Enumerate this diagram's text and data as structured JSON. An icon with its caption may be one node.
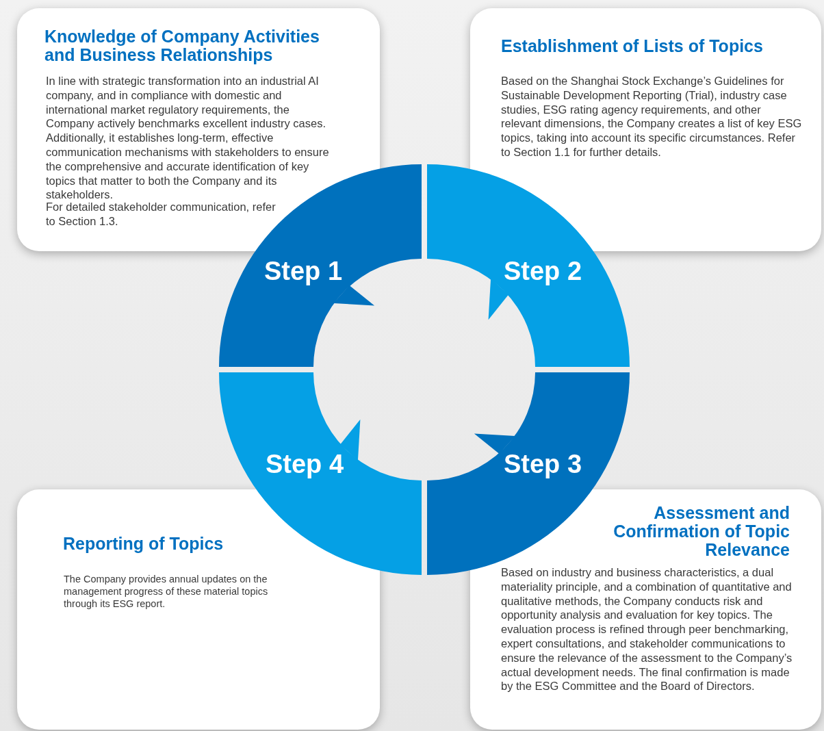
{
  "diagram": {
    "nodes": [
      {
        "text": [
          "Knowledge of Company Activities and Business Relationships",
          "In line with strategic transformation into an industrial AI company, and in compliance with domestic and international market regulatory requirements, the Company actively benchmarks excellent industry cases. Additionally, it establishes long-term, effective communication mechanisms with stakeholders to ensure the comprehensive and accurate identification of key topics that matter to both the Company and its stakeholders.",
          "For detailed stakeholder communication, refer to Section 1.3."
        ]
      },
      {
        "text": [
          "Establishment of Lists of Topics",
          "Based on the Shanghai Stock Exchange’s Guidelines for Sustainable Development Reporting (Trial), industry case studies, ESG rating agency requirements, and other relevant dimensions, the Company creates a list of key ESG topics, taking into account its specific circumstances. Refer to Section 1.1 for further details."
        ]
      },
      {
        "text": [
          "Step 1"
        ]
      },
      {
        "text": [
          "Step 2"
        ]
      },
      {
        "text": [
          "Step 3"
        ]
      },
      {
        "text": [
          "Step 4"
        ]
      },
      {
        "text": [
          "Reporting of Topics",
          "The Company provides annual updates on the management progress of these material topics through its ESG report."
        ]
      },
      {
        "text": [
          "Assessment and Confirmation of Topic Relevance",
          "Based on industry and business characteristics, a dual materiality principle, and a combination of quantitative and qualitative methods, the Company conducts risk and opportunity analysis and evaluation for key topics. The evaluation process is refined through peer benchmarking, expert consultations, and stakeholder communications to ensure the relevance of the assessment to the Company’s actual development needs. The final confirmation is made by the ESG Committee and the Board of Directors."
        ]
      }
    ]
  }
}
